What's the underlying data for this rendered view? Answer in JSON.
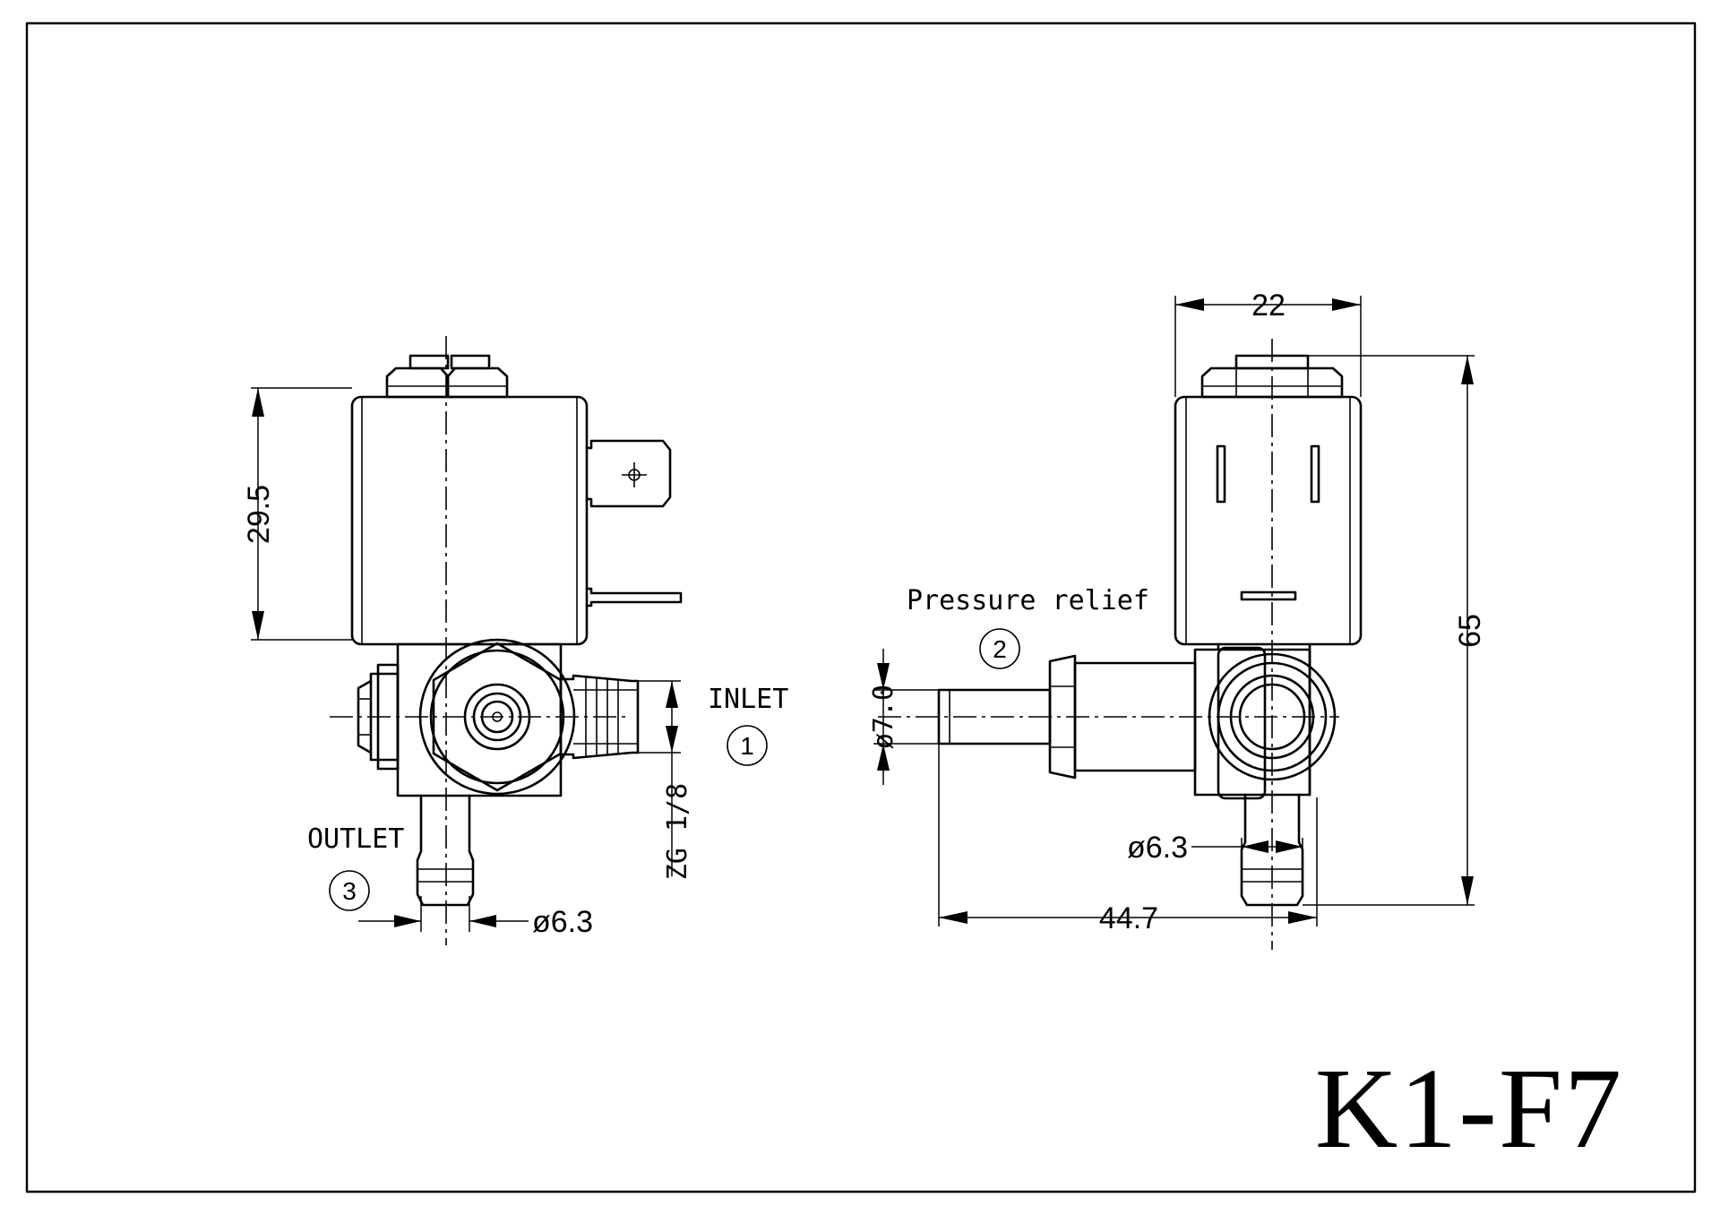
{
  "labels": {
    "inlet": "INLET",
    "outlet": "OUTLET",
    "pressure_relief": "Pressure relief",
    "inlet_number": "1",
    "pressure_relief_number": "2",
    "outlet_number": "3"
  },
  "dimensions": {
    "coil_height": "29.5",
    "inlet_thread": "ZG 1/8",
    "outlet_diameter_front": "ø6.3",
    "width": "22",
    "overall_height": "65",
    "relief_diameter": "ø7.0",
    "outlet_diameter_side": "ø6.3",
    "overall_length": "44.7"
  },
  "title_block": {
    "model": "K1-F7"
  }
}
